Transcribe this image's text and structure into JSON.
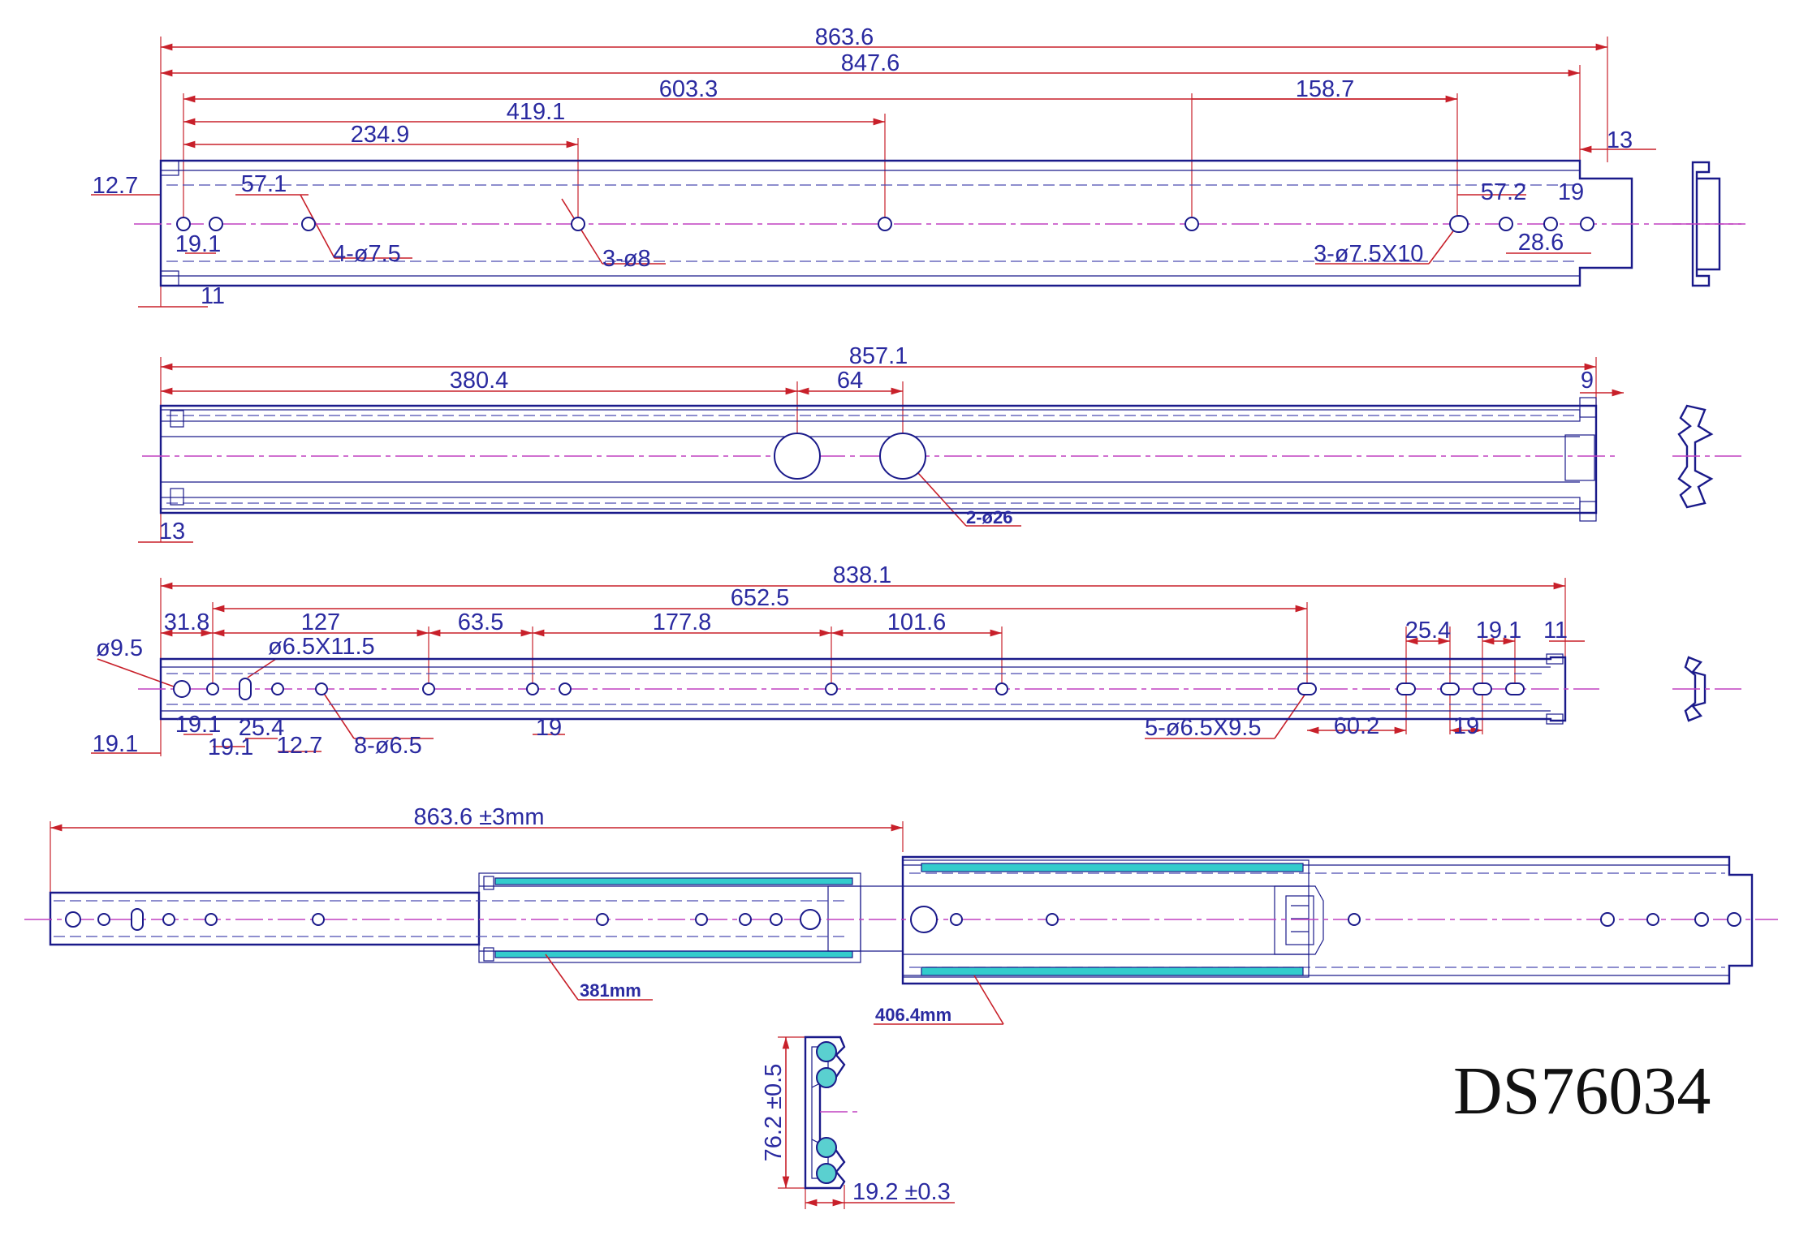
{
  "model": "DS76034",
  "outer_member": {
    "dimensions": [
      "863.6",
      "847.6",
      "603.3",
      "158.7",
      "419.1",
      "234.9",
      "13",
      "12.7",
      "57.1",
      "57.2",
      "19",
      "19.1",
      "28.6",
      "11"
    ],
    "callouts": [
      "4-ø7.5",
      "3-ø8",
      "3-ø7.5X10"
    ]
  },
  "intermediate_member": {
    "dimensions": [
      "857.1",
      "380.4",
      "64",
      "9",
      "13"
    ],
    "callouts": [
      "2-ø26"
    ]
  },
  "inner_member": {
    "dimensions": [
      "838.1",
      "652.5",
      "31.8",
      "127",
      "63.5",
      "177.8",
      "101.6",
      "25.4",
      "19.1",
      "11",
      "19.1",
      "19.1",
      "19",
      "25.4",
      "12.7",
      "19.1",
      "60.2",
      "19"
    ],
    "callouts": [
      "ø9.5",
      "ø6.5X11.5",
      "8-ø6.5",
      "5-ø6.5X9.5"
    ]
  },
  "assembly": {
    "extension": "863.6 ±3mm",
    "inner_travel": "381mm",
    "outer_travel": "406.4mm"
  },
  "cross_section": {
    "height": "76.2 ±0.5",
    "thickness": "19.2 ±0.3"
  }
}
